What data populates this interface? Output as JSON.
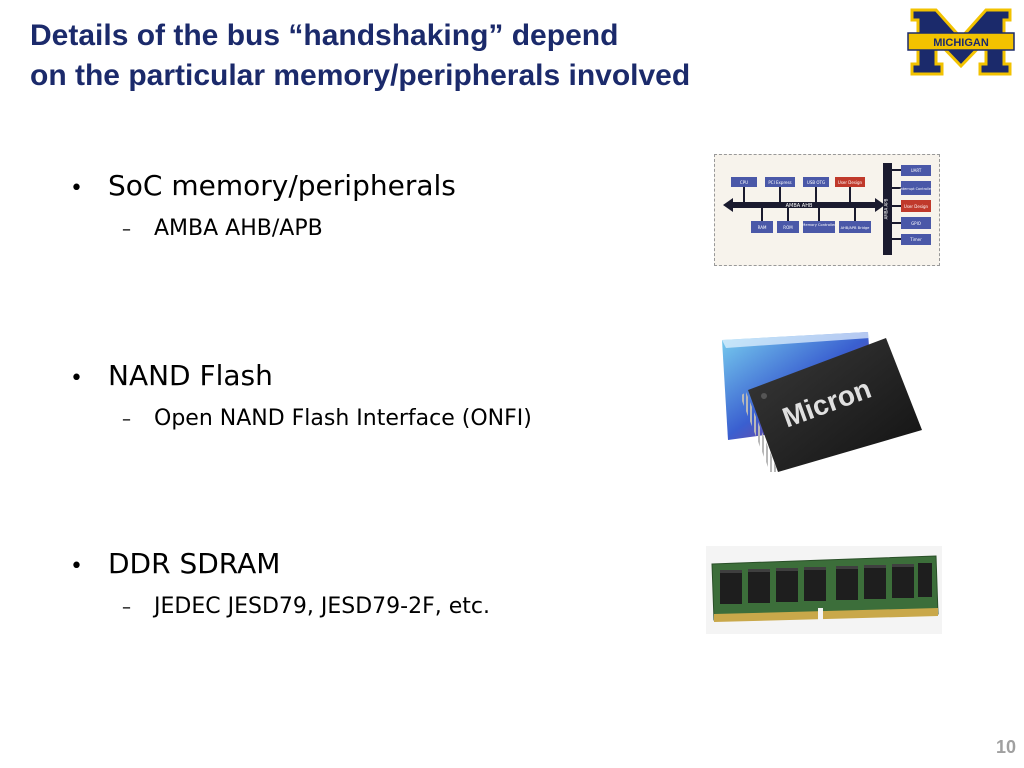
{
  "slide": {
    "title_lines": [
      "Details of the bus “handshaking” depend",
      "on the particular memory/peripherals involved"
    ],
    "logo_text": "MICHIGAN",
    "page_number": "10"
  },
  "bullets": [
    {
      "main": "SoC memory/peripherals",
      "sub": "AMBA AHB/APB"
    },
    {
      "main": "NAND Flash",
      "sub": "Open NAND Flash Interface (ONFI)"
    },
    {
      "main": "DDR SDRAM",
      "sub": "JEDEC JESD79, JESD79-2F, etc."
    }
  ],
  "amba_diagram": {
    "top_blocks": [
      "CPU",
      "PCI Express",
      "USB OTG",
      "User Design"
    ],
    "bottom_blocks": [
      "RAM",
      "ROM",
      "Memory Controller",
      "AHB/APB Bridge"
    ],
    "right_blocks": [
      "UART",
      "Interrupt Controller",
      "User Design",
      "GPIO",
      "Timer"
    ],
    "bus_label": "AMBA AHB",
    "apb_label": "AMBA APB"
  },
  "micron_chip": {
    "brand": "Micron"
  },
  "colors": {
    "title": "#1b2a6b",
    "maize": "#f2c200",
    "blue": "#1b2a6b",
    "block_blue": "#4a58a8",
    "block_red": "#c0392b",
    "page_number": "#a0a0a0"
  }
}
